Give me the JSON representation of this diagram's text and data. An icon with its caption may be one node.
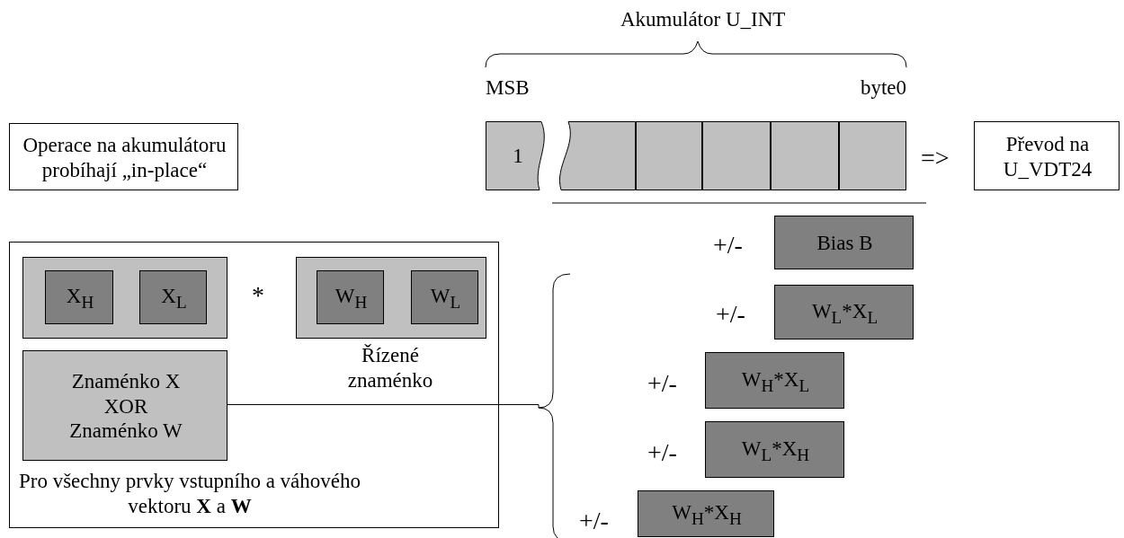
{
  "diagram": {
    "nodes": [
      {
        "text": [
          "Operace na akumulátoru probíhají „in-place“"
        ]
      },
      {
        "text": [
          "1"
        ]
      },
      {
        "text": [],
        "shape": "box"
      },
      {
        "text": [],
        "shape": "box"
      },
      {
        "text": [],
        "shape": "box"
      },
      {
        "text": [],
        "shape": "box"
      },
      {
        "text": [],
        "shape": "box"
      },
      {
        "text": [
          "Převod na U_VDT24"
        ]
      },
      {
        "text": [
          "Bias B"
        ]
      },
      {
        "text": [
          "W$_{L}$*X$_{L}$"
        ]
      },
      {
        "text": [
          "W$_{H}$*X$_{L}$"
        ]
      },
      {
        "text": [
          "W$_{L}$*X$_{H}$"
        ]
      },
      {
        "text": [
          "W$_{H}$*X$_{H}$"
        ]
      },
      {
        "text": [
          "Pro všechny prvky vstupního a váhového vektoru **X** a **W**"
        ]
      },
      {
        "text": [],
        "shape": "box",
        "in": 13
      },
      {
        "text": [
          "X$_{H}$"
        ],
        "in": 14
      },
      {
        "text": [
          "X$_{L}$"
        ],
        "in": 14
      },
      {
        "text": [],
        "shape": "box",
        "in": 13,
        "beside": [
          "Řízené znaménko"
        ]
      },
      {
        "text": [
          "W$_{H}$"
        ],
        "in": 17
      },
      {
        "text": [
          "W$_{L}$"
        ],
        "in": 17
      },
      {
        "text": [
          "Znaménko X XOR Znaménko W"
        ],
        "in": 13
      },
      {
        "text": [],
        "shape": "brace"
      }
    ],
    "edges": [
      {
        "from": 20,
        "to": 21,
        "arrow": "none"
      }
    ],
    "labels": [
      "Akumulátor U_INT",
      "MSB",
      "byte0",
      "=>",
      "+/-",
      "+/-",
      "*",
      "+/-",
      "+/-",
      "+/-"
    ]
  }
}
